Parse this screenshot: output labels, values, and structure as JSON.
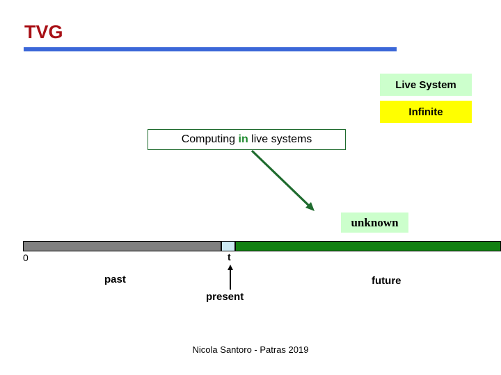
{
  "slide": {
    "title": "TVG",
    "title_color": "#A81016",
    "rule_color": "#3B67D8",
    "background": "#FFFFFF"
  },
  "callouts": [
    {
      "label": "Live System",
      "background": "#CCFFCC"
    },
    {
      "label": "Infinite",
      "background": "#FFFF00"
    }
  ],
  "computing_box": {
    "text_before": "Computing ",
    "keyword": "in",
    "text_after": " live systems",
    "border_color": "#1F6B2E",
    "keyword_color": "#1E8A2E"
  },
  "arrow": {
    "name": "diagonal-arrow",
    "color": "#1F6B2E"
  },
  "unknown_badge": {
    "label": "unknown",
    "background": "#CCFFCC"
  },
  "timeline": {
    "start_label": "0",
    "tick_label": "t",
    "segments": [
      {
        "name": "past",
        "color": "#808080"
      },
      {
        "name": "present",
        "color": "#CCE9F2"
      },
      {
        "name": "future",
        "color": "#128012"
      }
    ],
    "labels": {
      "past": "past",
      "present": "present",
      "future": "future"
    }
  },
  "footer": {
    "text": "Nicola Santoro - Patras 2019"
  }
}
